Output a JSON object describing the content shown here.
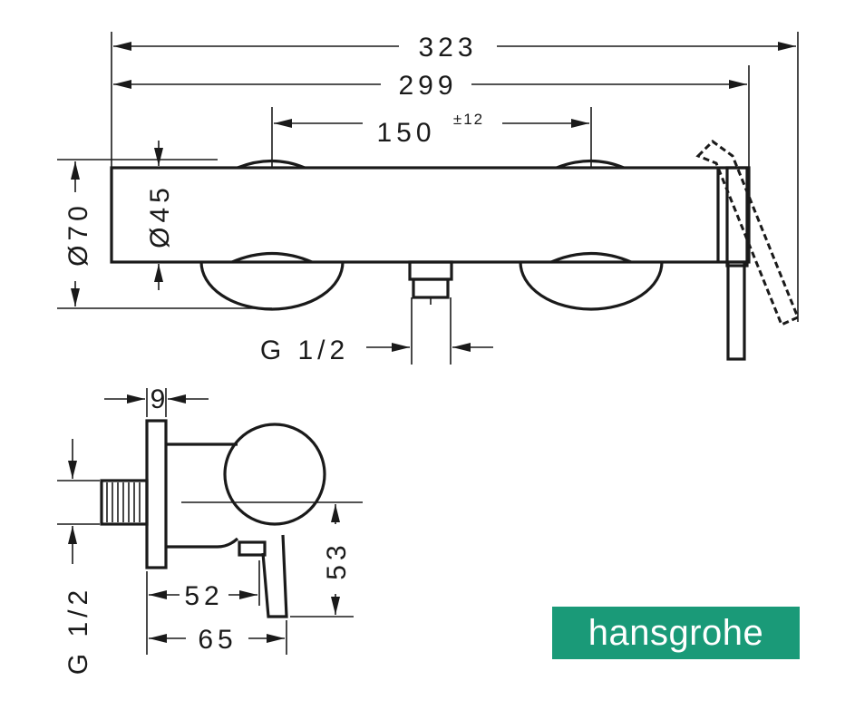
{
  "drawing": {
    "top_view": {
      "overall_width": "323",
      "body_width": "299",
      "center_distance": "150",
      "center_tolerance": "±12",
      "rosette_diameter": "Ø70",
      "body_diameter": "Ø45",
      "outlet_thread": "G 1/2"
    },
    "side_view": {
      "flange_thickness": "9",
      "depth_to_handle": "52",
      "depth_total": "65",
      "outlet_height": "53",
      "inlet_thread": "G 1/2"
    }
  },
  "brand": {
    "name": "hansgrohe",
    "color": "#1a9a78",
    "text_color": "#ffffff"
  }
}
